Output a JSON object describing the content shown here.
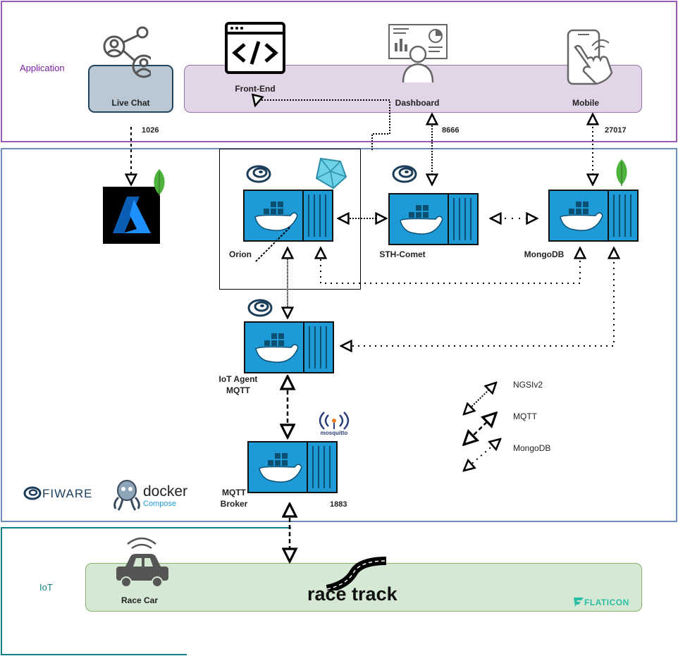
{
  "layers": {
    "application": "Application",
    "iot": "IoT"
  },
  "apps": {
    "live_chat": "Live Chat",
    "front_end": "Front-End",
    "dashboard": "Dashboard",
    "mobile": "Mobile"
  },
  "services": {
    "orion": "Orion",
    "sth_comet": "STH-Comet",
    "mongodb": "MongoDB",
    "iot_agent_line1": "IoT Agent",
    "iot_agent_line2": "MQTT",
    "mqtt_broker_line1": "MQTT",
    "mqtt_broker_line2": "Broker",
    "mosquitto": "mosquitto"
  },
  "ports": {
    "live_chat": "1026",
    "dashboard": "8666",
    "mobile": "27017",
    "mqtt_broker": "1883"
  },
  "legend": {
    "ngsi": "NGSIv2",
    "mqtt": "MQTT",
    "mongodb": "MongoDB"
  },
  "logos": {
    "fiware": "FIWARE",
    "docker": "docker",
    "compose": "Compose",
    "flaticon": "FLATICON"
  },
  "iot": {
    "race_car": "Race Car",
    "race_track": "race track"
  },
  "colors": {
    "application_border": "#9b59b6",
    "application_label": "#7b1fa2",
    "app_band_fill": "#e1d5e7",
    "live_chat_fill": "#bac8d3",
    "backend_border": "#6c8ebf",
    "iot_border": "#0e8088",
    "iot_band_fill": "#d5e8d4",
    "iot_band_border": "#82b366",
    "container_blue": "#1e9ad6",
    "mongo_green": "#4db33d",
    "azure_blue": "#0078d4"
  }
}
